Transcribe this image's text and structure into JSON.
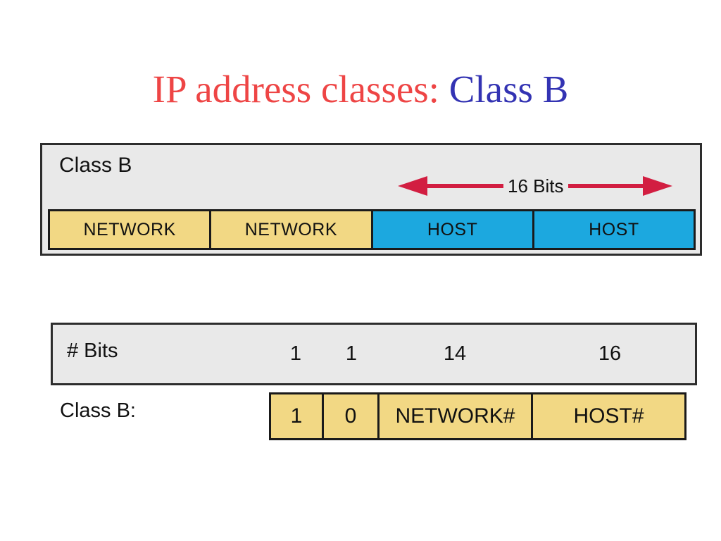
{
  "title": {
    "part1": "IP address classes: ",
    "part2": "Class B",
    "part1_color": "#EE4545",
    "part2_color": "#3333B3"
  },
  "top_box": {
    "label": "Class B",
    "arrow_label": "16 Bits",
    "arrow_color": "#D21E41",
    "background": "#E9E9E9",
    "cells": [
      {
        "label": "NETWORK",
        "color": "#F2D884"
      },
      {
        "label": "NETWORK",
        "color": "#F2D884"
      },
      {
        "label": "HOST",
        "color": "#1CA8DF"
      },
      {
        "label": "HOST",
        "color": "#1CA8DF"
      }
    ]
  },
  "bits_box": {
    "label": "# Bits",
    "background": "#E9E9E9",
    "values": [
      "1",
      "1",
      "14",
      "16"
    ]
  },
  "class_b_row": {
    "label": "Class B:",
    "cell_color": "#F2D884",
    "cells": [
      "1",
      "0",
      "NETWORK#",
      "HOST#"
    ]
  }
}
